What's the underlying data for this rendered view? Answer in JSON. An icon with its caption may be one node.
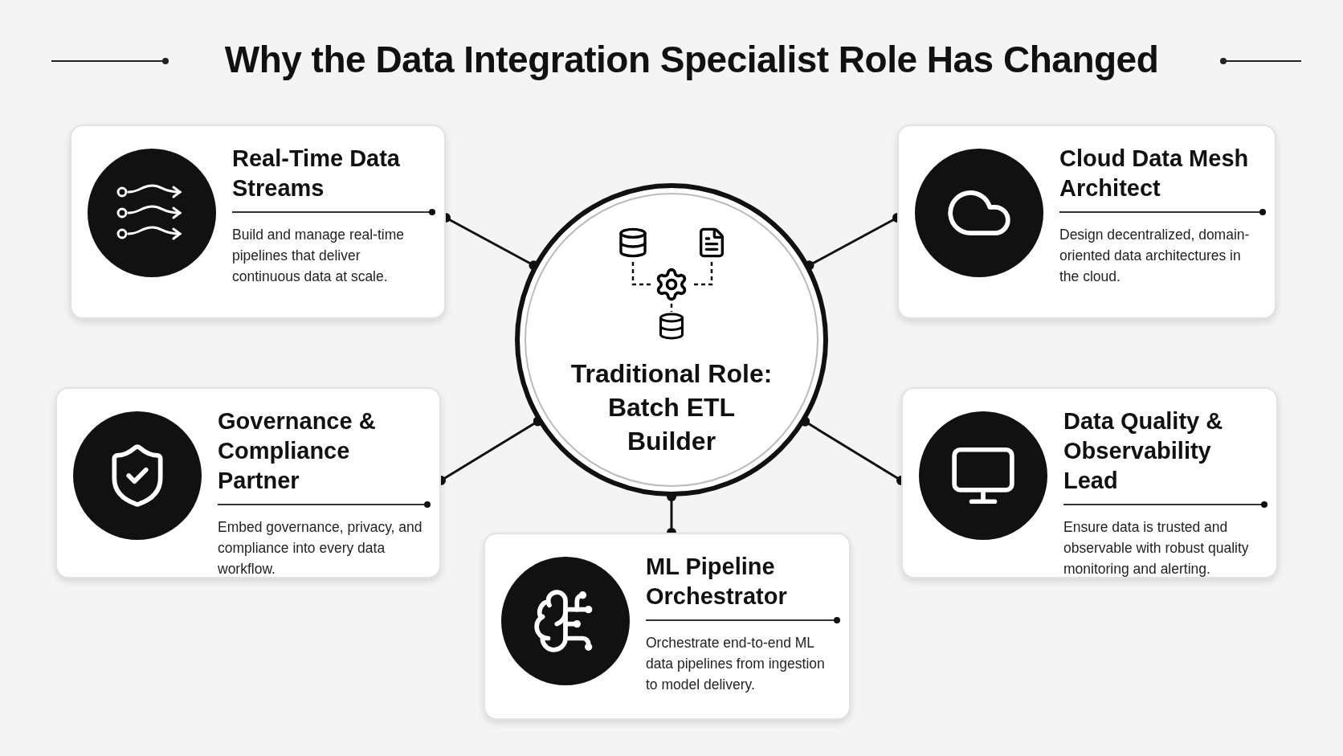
{
  "diagram": {
    "title": "Why the Data Integration Specialist Role Has Changed",
    "nodes": [
      {
        "text": [
          "Traditional Role: Batch ETL Builder"
        ]
      },
      {
        "text": [
          "Real-Time Data Streams",
          "Build and manage real-time pipelines that deliver continuous data at scale."
        ]
      },
      {
        "text": [
          "Cloud Data Mesh Architect",
          "Design decentralized, domain-oriented data architectures in the cloud."
        ]
      },
      {
        "text": [
          "Governance & Compliance Partner",
          "Embed governance, privacy, and compliance into every data workflow."
        ]
      },
      {
        "text": [
          "Data Quality & Observability Lead",
          "Ensure data is trusted and observable with robust quality monitoring and alerting."
        ]
      },
      {
        "text": [
          "ML Pipeline Orchestrator",
          "Orchestrate end-to-end ML data pipelines from ingestion to model delivery."
        ]
      }
    ],
    "edges": [
      {
        "from": 0,
        "to": 1,
        "arrow": "other"
      },
      {
        "from": 0,
        "to": 2,
        "arrow": "other"
      },
      {
        "from": 0,
        "to": 3,
        "arrow": "other"
      },
      {
        "from": 0,
        "to": 4,
        "arrow": "other"
      },
      {
        "from": 0,
        "to": 5,
        "arrow": "other"
      }
    ]
  }
}
